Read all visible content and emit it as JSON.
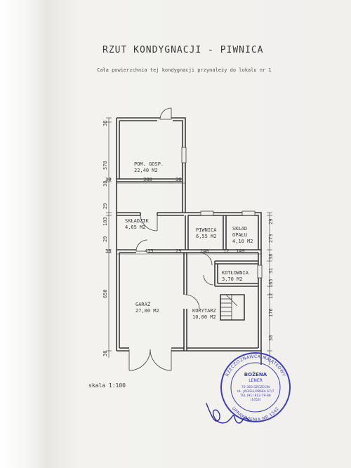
{
  "document": {
    "title": "RZUT KONDYGNACJI - PIWNICA",
    "subtitle": "Cała powierzchnia tej kondygnacji przynależy do lokalu nr 1",
    "scale": "skala 1:100"
  },
  "rooms": {
    "pom_gosp": {
      "name": "POM. GOSP.",
      "area": "22,40 M2"
    },
    "skladzik": {
      "name": "SKŁADZIK",
      "area": "4,65 M2"
    },
    "piwnica": {
      "name": "PIWNICA",
      "area": "6,55 M2"
    },
    "sklad_opalu_1": {
      "name": "SKŁAD",
      "area": "4,10 M2"
    },
    "sklad_opalu_2": {
      "name": "OPAŁU"
    },
    "kotlownia": {
      "name": "KOTŁOWNIA",
      "area": "3,70 M2"
    },
    "garaz": {
      "name": "GARAŻ",
      "area": "27,00 M2"
    },
    "korytarz": {
      "name": "KORYTARZ",
      "area": "10,00 M2"
    }
  },
  "dimensions": {
    "left": [
      "38",
      "578",
      "38",
      "29",
      "103",
      "29",
      "650",
      "30"
    ],
    "inner": [
      "38",
      "388",
      "38",
      "38",
      "415",
      "29",
      "240",
      "12",
      "149"
    ],
    "right": [
      "29",
      "273",
      "38",
      "31",
      "165",
      "12",
      "176",
      "38"
    ]
  },
  "stamp": {
    "outer_text": "RZECZOZNAWCA MAJĄTKOWY",
    "bottom_text": "UPRAWNIENIA NR 1542",
    "name_line1": "BOŻENA",
    "name_line2": "LENER",
    "addr_line1": "70-383 SZCZECIN",
    "addr_line2": "UL. JAGIELLOŃSKA 67/7",
    "addr_line3": "TEL.(91) 812-79-88",
    "addr_line4": "(1452)",
    "color": "#3d3fb3"
  },
  "colors": {
    "ink": "#3a3a3a",
    "signature": "#2a2c8e"
  }
}
